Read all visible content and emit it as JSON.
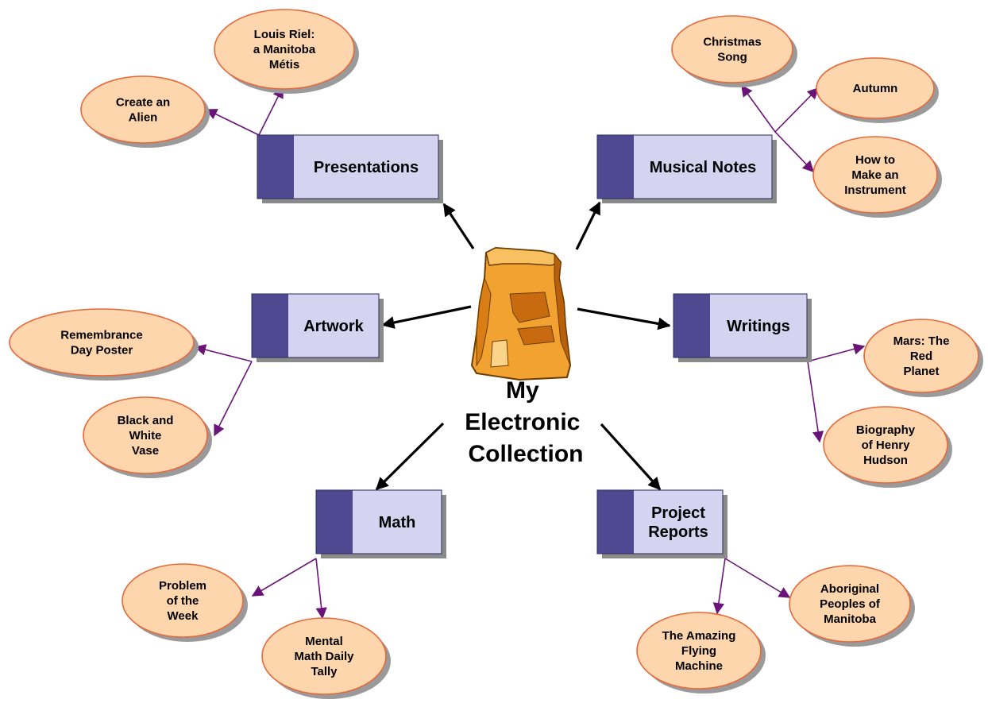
{
  "title_lines": [
    "My",
    "Electronic",
    "Collection"
  ],
  "center_icon": "paper-bag-icon",
  "colors": {
    "category_tab": "#4e4990",
    "category_body": "#d5d3f0",
    "oval_fill": "#fdd6ad",
    "oval_stroke": "#e8683a",
    "main_arrow": "#000000",
    "sub_arrow": "#6a1479"
  },
  "categories": [
    {
      "id": "presentations",
      "lines": [
        "Presentations"
      ],
      "items": [
        {
          "id": "create-alien",
          "lines": [
            "Create an",
            "Alien"
          ]
        },
        {
          "id": "louis-riel",
          "lines": [
            "Louis Riel:",
            "a Manitoba",
            "Métis"
          ]
        }
      ]
    },
    {
      "id": "musical-notes",
      "lines": [
        "Musical Notes"
      ],
      "items": [
        {
          "id": "christmas-song",
          "lines": [
            "Christmas",
            "Song"
          ]
        },
        {
          "id": "autumn",
          "lines": [
            "Autumn"
          ]
        },
        {
          "id": "make-instrument",
          "lines": [
            "How to",
            "Make an",
            "Instrument"
          ]
        }
      ]
    },
    {
      "id": "artwork",
      "lines": [
        "Artwork"
      ],
      "items": [
        {
          "id": "remembrance-poster",
          "lines": [
            "Remembrance",
            "Day Poster"
          ]
        },
        {
          "id": "black-white-vase",
          "lines": [
            "Black and",
            "White",
            "Vase"
          ]
        }
      ]
    },
    {
      "id": "writings",
      "lines": [
        "Writings"
      ],
      "items": [
        {
          "id": "mars",
          "lines": [
            "Mars: The",
            "Red",
            "Planet"
          ]
        },
        {
          "id": "henry-hudson",
          "lines": [
            "Biography",
            "of Henry",
            "Hudson"
          ]
        }
      ]
    },
    {
      "id": "math",
      "lines": [
        "Math"
      ],
      "items": [
        {
          "id": "problem-week",
          "lines": [
            "Problem",
            "of the",
            "Week"
          ]
        },
        {
          "id": "mental-math",
          "lines": [
            "Mental",
            "Math Daily",
            "Tally"
          ]
        }
      ]
    },
    {
      "id": "project-reports",
      "lines": [
        "Project",
        "Reports"
      ],
      "items": [
        {
          "id": "flying-machine",
          "lines": [
            "The Amazing",
            "Flying",
            "Machine"
          ]
        },
        {
          "id": "aboriginal-peoples",
          "lines": [
            "Aboriginal",
            "Peoples of",
            "Manitoba"
          ]
        }
      ]
    }
  ]
}
